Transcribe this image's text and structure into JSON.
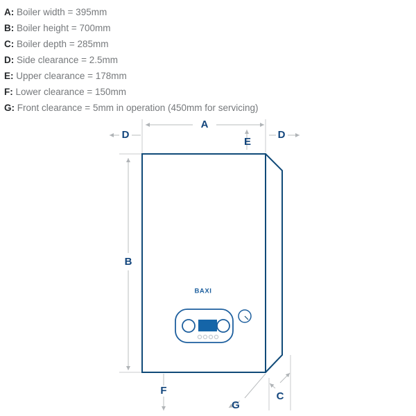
{
  "legend": [
    {
      "key": "A:",
      "text": "Boiler width = 395mm"
    },
    {
      "key": "B:",
      "text": "Boiler height = 700mm"
    },
    {
      "key": "C:",
      "text": "Boiler depth = 285mm"
    },
    {
      "key": "D:",
      "text": "Side clearance = 2.5mm"
    },
    {
      "key": "E:",
      "text": "Upper clearance = 178mm"
    },
    {
      "key": "F:",
      "text": "Lower clearance = 150mm"
    },
    {
      "key": "G:",
      "text": "Front clearance = 5mm in operation (450mm for servicing)"
    }
  ],
  "diagram": {
    "brand": "BAXI",
    "labels": {
      "a": "A",
      "b": "B",
      "c": "C",
      "d": "D",
      "e": "E",
      "f": "F",
      "g": "G"
    },
    "colors": {
      "outline_blue": "#104a78",
      "label_blue": "#12457c",
      "display_blue": "#1565a8",
      "panel_blue": "#1d5f9e",
      "dimension_gray": "#b9bcbe",
      "legend_key": "#25282b",
      "legend_text": "#75787b",
      "background": "#ffffff"
    }
  }
}
